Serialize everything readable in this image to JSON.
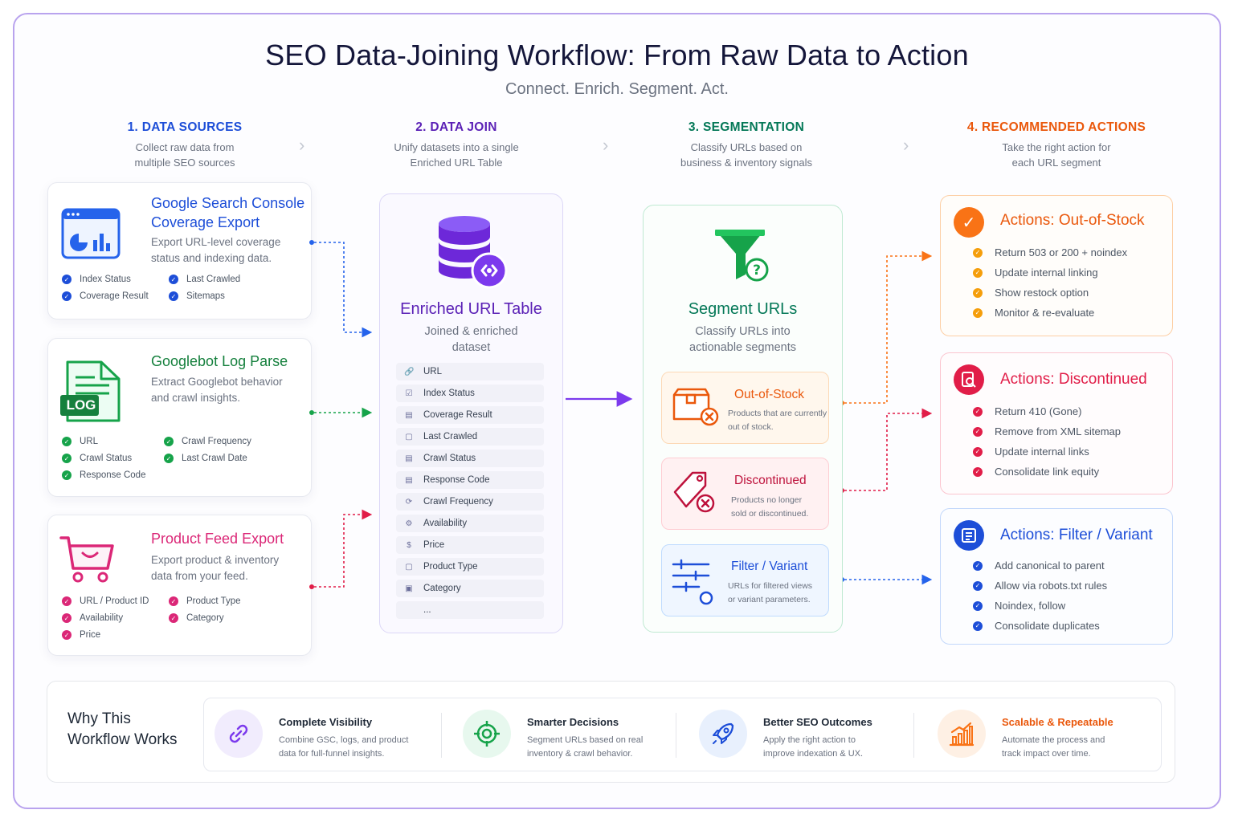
{
  "title": "SEO Data-Joining Workflow: From Raw Data to Action",
  "subtitle": "Connect. Enrich. Segment. Act.",
  "steps": [
    {
      "heading": "1. DATA SOURCES",
      "desc1": "Collect raw data from",
      "desc2": "multiple SEO sources",
      "color": "#1d4ed8"
    },
    {
      "heading": "2. DATA JOIN",
      "desc1": "Unify datasets into a single",
      "desc2": "Enriched URL Table",
      "color": "#5b21b6"
    },
    {
      "heading": "3. SEGMENTATION",
      "desc1": "Classify URLs based on",
      "desc2": "business & inventory signals",
      "color": "#047857"
    },
    {
      "heading": "4. RECOMMENDED ACTIONS",
      "desc1": "Take the right action for",
      "desc2": "each URL segment",
      "color": "#ea580c"
    }
  ],
  "sources": [
    {
      "title1": "Google Search Console",
      "title2": "Coverage Export",
      "desc1": "Export URL-level coverage",
      "desc2": "status and indexing data.",
      "color": "#1d4ed8",
      "items": [
        "Index Status",
        "Last Crawled",
        "Coverage Result",
        "Sitemaps"
      ]
    },
    {
      "title1": "Googlebot Log Parse",
      "title2": "",
      "desc1": "Extract Googlebot behavior",
      "desc2": "and crawl insights.",
      "color": "#15803d",
      "icon_label": "LOG",
      "items": [
        "URL",
        "Crawl Frequency",
        "Crawl Status",
        "Last Crawl Date",
        "Response Code"
      ]
    },
    {
      "title1": "Product Feed Export",
      "title2": "",
      "desc1": "Export product & inventory",
      "desc2": "data from your feed.",
      "color": "#db2777",
      "items": [
        "URL / Product ID",
        "Product Type",
        "Availability",
        "Category",
        "Price"
      ]
    }
  ],
  "join": {
    "title": "Enriched URL Table",
    "desc1": "Joined & enriched",
    "desc2": "dataset",
    "fields": [
      "URL",
      "Index Status",
      "Coverage Result",
      "Last Crawled",
      "Crawl Status",
      "Response Code",
      "Crawl Frequency",
      "Availability",
      "Price",
      "Product Type",
      "Category",
      "..."
    ]
  },
  "segment": {
    "title": "Segment URLs",
    "desc1": "Classify URLs into",
    "desc2": "actionable segments",
    "cards": [
      {
        "title": "Out-of-Stock",
        "desc1": "Products that are currently",
        "desc2": "out of stock.",
        "color": "#ea580c"
      },
      {
        "title": "Discontinued",
        "desc1": "Products no longer",
        "desc2": "sold or discontinued.",
        "color": "#be123c"
      },
      {
        "title": "Filter / Variant",
        "desc1": "URLs for filtered views",
        "desc2": "or variant parameters.",
        "color": "#1d4ed8"
      }
    ]
  },
  "actions": [
    {
      "title": "Actions:  Out-of-Stock",
      "color": "#ea580c",
      "items": [
        "Return 503 or 200 + noindex",
        "Update internal linking",
        "Show restock option",
        "Monitor & re-evaluate"
      ]
    },
    {
      "title": "Actions:  Discontinued",
      "color": "#e11d48",
      "items": [
        "Return 410 (Gone)",
        "Remove from XML sitemap",
        "Update internal links",
        "Consolidate link equity"
      ]
    },
    {
      "title": "Actions:  Filter / Variant",
      "color": "#1d4ed8",
      "items": [
        "Add canonical to parent",
        "Allow via robots.txt rules",
        "Noindex, follow",
        "Consolidate duplicates"
      ]
    }
  ],
  "why": {
    "title1": "Why This",
    "title2": "Workflow Works",
    "benefits": [
      {
        "title": "Complete Visibility",
        "desc1": "Combine GSC, logs, and product",
        "desc2": "data for full-funnel insights.",
        "icon": "link-icon"
      },
      {
        "title": "Smarter Decisions",
        "desc1": "Segment URLs based on real",
        "desc2": "inventory & crawl behavior.",
        "icon": "target-icon"
      },
      {
        "title": "Better SEO Outcomes",
        "desc1": "Apply the right action to",
        "desc2": "improve indexation & UX.",
        "icon": "rocket-icon"
      },
      {
        "title": "Scalable & Repeatable",
        "desc1": "Automate the process and",
        "desc2": "track impact over time.",
        "icon": "growth-chart-icon"
      }
    ]
  }
}
